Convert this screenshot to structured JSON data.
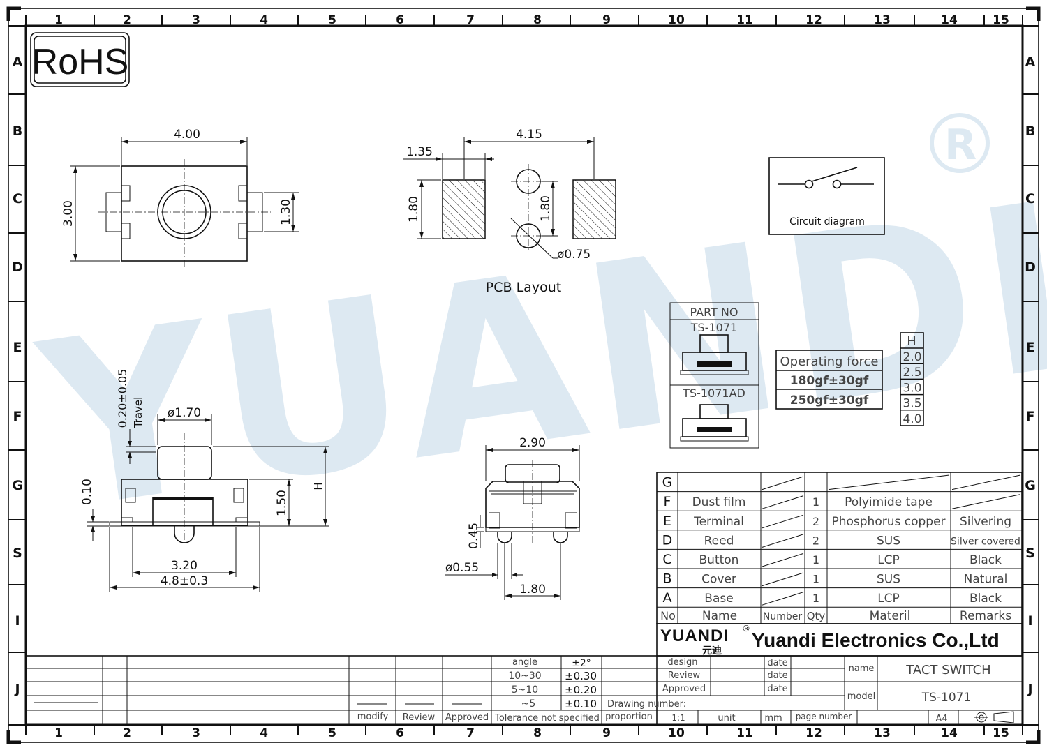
{
  "frame": {
    "col_numbers": [
      "1",
      "2",
      "3",
      "4",
      "5",
      "6",
      "7",
      "8",
      "9",
      "10",
      "11",
      "12",
      "13",
      "14",
      "15"
    ],
    "row_letters": [
      "A",
      "B",
      "C",
      "D",
      "E",
      "F",
      "G",
      "S",
      "I",
      "J"
    ]
  },
  "watermark": {
    "text": "YUANDI",
    "color": "#dbe9f3"
  },
  "rohs": "RoHS",
  "top_view": {
    "width": "4.00",
    "height": "3.00",
    "lead": "1.30"
  },
  "pcb_layout": {
    "title": "PCB  Layout",
    "span": "4.15",
    "pad_w": "1.35",
    "pad_h": "1.80",
    "hole_pitch": "1.80",
    "hole_dia": "ø0.75"
  },
  "circuit": {
    "label": "Circuit diagram"
  },
  "part_no": {
    "header": "PART NO",
    "p1": "TS-1071",
    "p2": "TS-1071AD"
  },
  "operating_force": {
    "header": "Operating force",
    "v1": "180gf±30gf",
    "v2": "250gf±30gf"
  },
  "heights": {
    "header": "H",
    "values": [
      "2.0",
      "2.5",
      "3.0",
      "3.5",
      "4.0"
    ]
  },
  "side_view": {
    "travel": "0.20±0.05",
    "travel_label": "Travel",
    "stem": "ø1.70",
    "t": "0.10",
    "body_h": "1.50",
    "H": "H",
    "inner": "3.20",
    "overall": "4.8±0.3"
  },
  "end_view": {
    "width": "2.90",
    "t": "0.45",
    "pin": "ø0.55",
    "pitch": "1.80"
  },
  "bom": {
    "rows": [
      {
        "no": "G",
        "name": "",
        "number": "",
        "qty": "",
        "material": "",
        "remarks": ""
      },
      {
        "no": "F",
        "name": "Dust film",
        "number": "",
        "qty": "1",
        "material": "Polyimide tape",
        "remarks": ""
      },
      {
        "no": "E",
        "name": "Terminal",
        "number": "",
        "qty": "2",
        "material": "Phosphorus copper",
        "remarks": "Silvering"
      },
      {
        "no": "D",
        "name": "Reed",
        "number": "",
        "qty": "2",
        "material": "SUS",
        "remarks": "Silver covered"
      },
      {
        "no": "C",
        "name": "Button",
        "number": "",
        "qty": "1",
        "material": "LCP",
        "remarks": "Black"
      },
      {
        "no": "B",
        "name": "Cover",
        "number": "",
        "qty": "1",
        "material": "SUS",
        "remarks": "Natural"
      },
      {
        "no": "A",
        "name": "Base",
        "number": "",
        "qty": "1",
        "material": "LCP",
        "remarks": "Black"
      }
    ],
    "headers": {
      "no": "No",
      "name": "Name",
      "number": "Number",
      "qty": "Qty",
      "material": "Materil",
      "remarks": "Remarks"
    }
  },
  "company": {
    "logo": "YUANDI",
    "logo_cn": "元迪",
    "name": "Yuandi Electronics Co.,Ltd"
  },
  "title_block": {
    "design": "design",
    "review": "Review",
    "approved": "Approved",
    "date": "date",
    "name_label": "name",
    "name_value": "TACT SWITCH",
    "model_label": "model",
    "model_value": "TS-1071",
    "drawing_number": "Drawing number:",
    "proportion": "proportion",
    "scale": "1:1",
    "unit": "unit",
    "mm": "mm",
    "page_number": "page number",
    "size": "A4"
  },
  "tolerance": {
    "angle": "angle",
    "angle_tol": "±2°",
    "r1": "10~30",
    "t1": "±0.30",
    "r2": "5~10",
    "t2": "±0.20",
    "r3": "~5",
    "t3": "±0.10",
    "note": "Tolerance not specified",
    "modify": "modify",
    "review": "Review",
    "approved": "Approved"
  }
}
